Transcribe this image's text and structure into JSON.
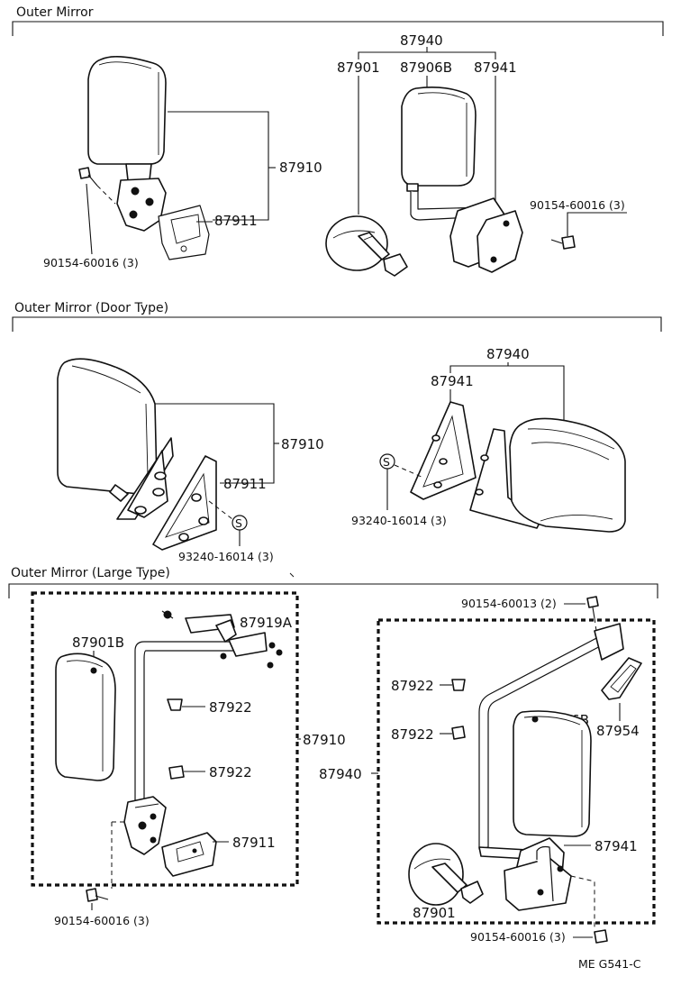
{
  "sections": {
    "outer_mirror": "Outer Mirror",
    "door_type": "Outer Mirror (Door Type)",
    "large_type": "Outer Mirror (Large Type)"
  },
  "parts": {
    "s1": {
      "p87940": "87940",
      "p87901": "87901",
      "p87906B": "87906B",
      "p87941": "87941",
      "p87910": "87910",
      "p87911": "87911",
      "bolt_left": "90154-60016 (3)",
      "bolt_right": "90154-60016 (3)"
    },
    "s2": {
      "p87940": "87940",
      "p87941": "87941",
      "p87910": "87910",
      "p87911": "87911",
      "screw_left": "93240-16014 (3)",
      "screw_right": "93240-16014 (3)",
      "s_mark": "S"
    },
    "s3": {
      "p87901B": "87901B",
      "p87919A": "87919A",
      "p87922a": "87922",
      "p87922b": "87922",
      "p87910": "87910",
      "p87911": "87911",
      "bolt_left": "90154-60016 (3)",
      "bolt_top": "90154-60013 (2)",
      "p87922c": "87922",
      "p87922d": "87922",
      "p87906B": "87906B",
      "p87954": "87954",
      "p87940": "87940",
      "p87941": "87941",
      "p87901": "87901",
      "bolt_right": "90154-60016 (3)"
    }
  },
  "footer": {
    "code": "ME  G541-C"
  }
}
